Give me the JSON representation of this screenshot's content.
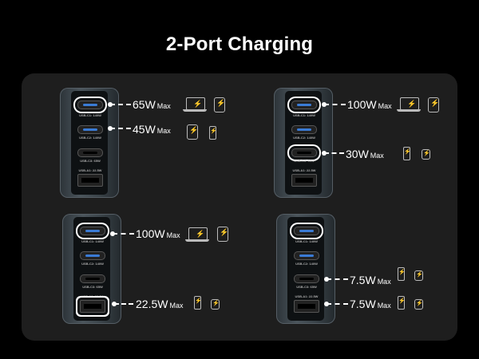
{
  "title": "2-Port Charging",
  "port_labels": {
    "c1": "USB-C1: 140W",
    "c2": "USB-C2: 140W",
    "c3": "USB-C3: 65W",
    "a1": "USB-A1: 22.5W"
  },
  "max_label": "Max",
  "colors": {
    "accent": "#3a9fe0",
    "panel": "#1e1e1e",
    "background": "#000000"
  },
  "configs": [
    {
      "outputs": [
        {
          "port": "USB-C1",
          "watts": "65W",
          "devices": [
            "laptop-icon",
            "tablet-icon"
          ]
        },
        {
          "port": "USB-C2",
          "watts": "45W",
          "devices": [
            "tablet-icon",
            "phone-icon"
          ]
        }
      ]
    },
    {
      "outputs": [
        {
          "port": "USB-C1",
          "watts": "100W",
          "devices": [
            "laptop-icon",
            "tablet-icon"
          ]
        },
        {
          "port": "USB-C3",
          "watts": "30W",
          "devices": [
            "phone-icon",
            "watch-icon"
          ]
        }
      ]
    },
    {
      "outputs": [
        {
          "port": "USB-C1",
          "watts": "100W",
          "devices": [
            "laptop-icon",
            "tablet-icon"
          ]
        },
        {
          "port": "USB-A1",
          "watts": "22.5W",
          "devices": [
            "phone-icon",
            "watch-icon"
          ]
        }
      ]
    },
    {
      "outputs": [
        {
          "port": "USB-C3",
          "watts": "7.5W",
          "devices": [
            "phone-icon",
            "watch-icon"
          ]
        },
        {
          "port": "USB-A1",
          "watts": "7.5W",
          "devices": [
            "phone-icon",
            "watch-icon"
          ]
        }
      ]
    }
  ]
}
